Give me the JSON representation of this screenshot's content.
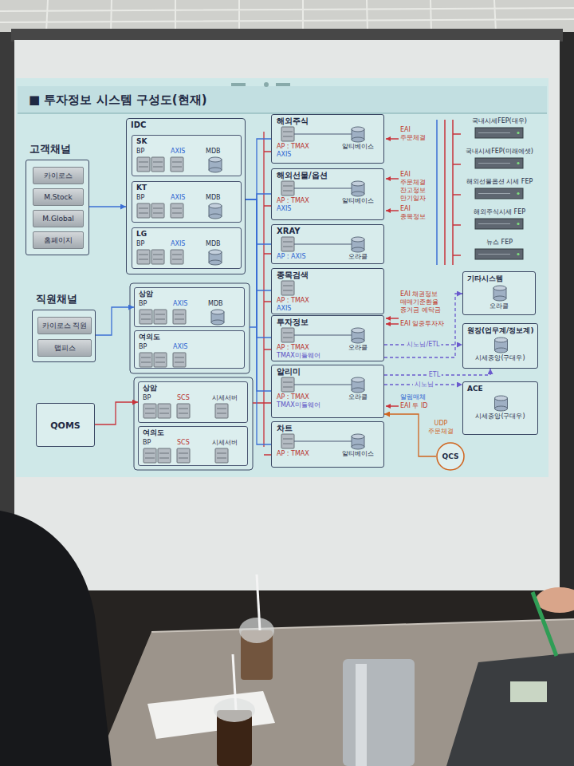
{
  "diagram": {
    "title": "■ 투자정보 시스템 구성도(현재)",
    "nodes": [
      {
        "text": [
          "고객채널"
        ]
      },
      {
        "text": [
          "카이로스"
        ],
        "in": 0
      },
      {
        "text": [
          "M.Stock"
        ],
        "in": 0
      },
      {
        "text": [
          "M.Global"
        ],
        "in": 0
      },
      {
        "text": [
          "홈페이지"
        ],
        "in": 0
      },
      {
        "text": [
          "직원채널"
        ]
      },
      {
        "text": [
          "카이로스 직원"
        ],
        "in": 5
      },
      {
        "text": [
          "맵피스"
        ],
        "in": 5
      },
      {
        "text": [
          "QOMS"
        ]
      },
      {
        "text": [
          "IDC"
        ]
      },
      {
        "text": [
          "SK",
          "BP",
          "AXIS",
          "MDB"
        ],
        "in": 9
      },
      {
        "text": [
          "KT",
          "BP",
          "AXIS",
          "MDB"
        ],
        "in": 9
      },
      {
        "text": [
          "LG",
          "BP",
          "AXIS",
          "MDB"
        ],
        "in": 9
      },
      {
        "text": [
          "상암",
          "BP",
          "AXIS",
          "MDB"
        ]
      },
      {
        "text": [
          "여의도",
          "BP",
          "AXIS"
        ]
      },
      {
        "text": [
          "상암",
          "BP",
          "SCS",
          "시세서버"
        ]
      },
      {
        "text": [
          "여의도",
          "BP",
          "SCS",
          "시세서버"
        ]
      },
      {
        "text": [
          "해외주식",
          "AP : TMAX",
          "AXIS",
          "알티베이스"
        ]
      },
      {
        "text": [
          "해외선물/옵션",
          "AP : TMAX",
          "AXIS",
          "알티베이스"
        ]
      },
      {
        "text": [
          "XRAY",
          "AP : AXIS",
          "오라클"
        ]
      },
      {
        "text": [
          "종목검색",
          "AP : TMAX",
          "AXIS"
        ]
      },
      {
        "text": [
          "투자정보",
          "AP : TMAX",
          "TMAX미들웨어",
          "오라클"
        ]
      },
      {
        "text": [
          "알리미",
          "AP : TMAX",
          "TMAX미들웨어",
          "오라클"
        ]
      },
      {
        "text": [
          "차트",
          "AP : TMAX",
          "알티베이스"
        ]
      },
      {
        "text": [
          "국내시세FEP(대우)"
        ]
      },
      {
        "text": [
          "국내시세FEP(미래에셋)"
        ]
      },
      {
        "text": [
          "해외선물옵션 시세 FEP"
        ]
      },
      {
        "text": [
          "해외주식시세 FEP"
        ]
      },
      {
        "text": [
          "뉴스 FEP"
        ]
      },
      {
        "text": [
          "기타시스템",
          "오라클"
        ]
      },
      {
        "text": [
          "원장(업무계/정보계)",
          "시세중앙(구대우)"
        ]
      },
      {
        "text": [
          "ACE",
          "시세중앙(구대우)"
        ]
      },
      {
        "text": [
          "QCS"
        ]
      }
    ],
    "edges": [
      {
        "from": 0,
        "to": 9,
        "arrow": "to"
      },
      {
        "from": 5,
        "to": 13,
        "arrow": "to"
      },
      {
        "from": 8,
        "to": 15,
        "arrow": "to"
      },
      {
        "from": 9,
        "to": 17,
        "arrow": "none"
      },
      {
        "from": 9,
        "to": 18,
        "arrow": "none"
      },
      {
        "from": 9,
        "to": 19,
        "arrow": "none"
      },
      {
        "from": 9,
        "to": 20,
        "arrow": "none"
      },
      {
        "from": 9,
        "to": 21,
        "arrow": "none"
      },
      {
        "from": 9,
        "to": 22,
        "arrow": "none"
      },
      {
        "from": 9,
        "to": 23,
        "arrow": "none"
      },
      {
        "from": 21,
        "to": 29,
        "arrow": "to"
      },
      {
        "from": 21,
        "to": 30,
        "arrow": "to",
        "label": "시노님/ETL"
      },
      {
        "from": 22,
        "to": 30,
        "arrow": "to",
        "label": "ETL"
      },
      {
        "from": 22,
        "to": 31,
        "arrow": "to",
        "label": "시노님"
      },
      {
        "from": 32,
        "to": 22,
        "arrow": "to",
        "label": "UDP 주문체결"
      }
    ],
    "labels": [
      "EAI 주문체결",
      "EAI 주문체결 잔고정보 만기일자",
      "EAI 종목정보",
      "EAI 채권정보 매매기준환율 증거금 예탁금",
      "EAI 일중투자자",
      "알림매체",
      "EAI 두 ID"
    ]
  }
}
